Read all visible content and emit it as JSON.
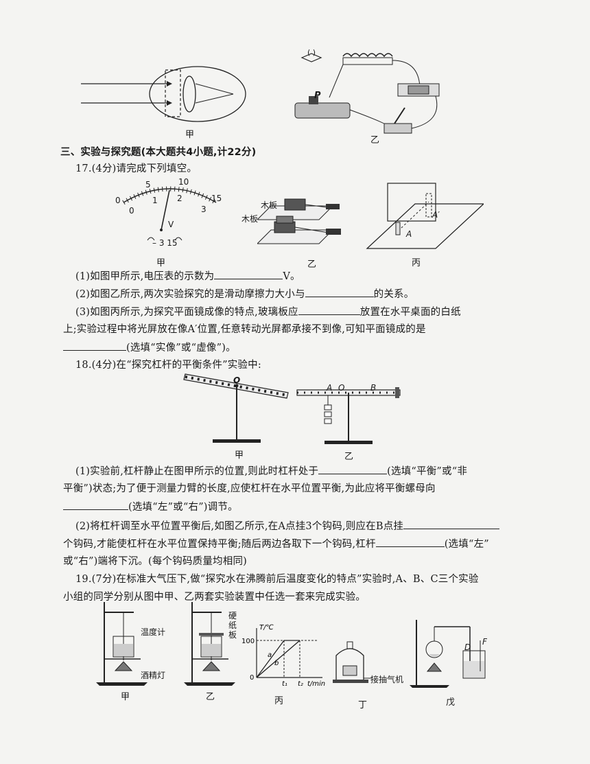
{
  "figures_top": {
    "cap_left": "甲",
    "cap_right": "乙",
    "bracket": "(   )",
    "p_label": "P"
  },
  "section3": {
    "title": "三、实验与探究题(本大题共4小题,计22分)"
  },
  "q17": {
    "stem": "17.(4分)请完成下列填空。",
    "fig_labels": {
      "jia": "甲",
      "yi": "乙",
      "bing": "丙",
      "board1": "木板",
      "board2": "木板",
      "a": "A",
      "a_prime": "A′"
    },
    "meter": {
      "scale_top": [
        "0",
        "5",
        "10",
        "15"
      ],
      "scale_bottom": [
        "0",
        "1",
        "2",
        "3"
      ],
      "unit": "V",
      "terminals": "–   3   15"
    },
    "p1_a": "(1)如图甲所示,电压表的示数为",
    "p1_b": "V。",
    "p2_a": "(2)如图乙所示,两次实验探究的是滑动摩擦力大小与",
    "p2_b": "的关系。",
    "p3_a": "(3)如图丙所示,为探究平面镜成像的特点,玻璃板应",
    "p3_b": "放置在水平桌面的白纸",
    "p3_c": "上;实验过程中将光屏放在像A′位置,任意转动光屏都承接不到像,可知平面镜成的是",
    "p3_d": "(选填“实像”或“虚像”)。"
  },
  "q18": {
    "stem": "18.(4分)在“探究杠杆的平衡条件”实验中:",
    "fig_labels": {
      "jia": "甲",
      "yi": "乙",
      "o1": "O",
      "o2": "O",
      "a": "A",
      "b": "B"
    },
    "p1_a": "(1)实验前,杠杆静止在图甲所示的位置,则此时杠杆处于",
    "p1_b": "(选填“平衡”或“非",
    "p1_c": "平衡”)状态;为了便于测量力臂的长度,应使杠杆在水平位置平衡,为此应将平衡螺母向",
    "p1_d": "(选填“左”或“右”)调节。",
    "p2_a": "(2)将杠杆调至水平位置平衡后,如图乙所示,在A点挂3个钩码,则应在B点挂",
    "p2_b": "个钩码,才能使杠杆在水平位置保持平衡;随后两边各取下一个钩码,杠杆",
    "p2_c": "(选填“左”",
    "p2_d": "或“右”)端将下沉。(每个钩码质量均相同)"
  },
  "q19": {
    "line1": "19.(7分)在标准大气压下,做“探究水在沸腾前后温度变化的特点”实验时,A、B、C三个实验",
    "line2": "小组的同学分别从图中甲、乙两套实验装置中任选一套来完成实验。",
    "fig_labels": {
      "thermo": "温度计",
      "lamp": "酒精灯",
      "card": "硬\n纸\n板",
      "jia": "甲",
      "yi": "乙",
      "bing": "丙",
      "ding": "丁",
      "wu": "戊",
      "pump": "接抽气机",
      "d": "D",
      "f": "F"
    },
    "chart_labels": {
      "yaxis": "T/℃",
      "y100": "100",
      "origin": "0",
      "t1": "t₁",
      "t2": "t₂",
      "xaxis": "t/min",
      "a": "a",
      "b": "b"
    }
  },
  "chart_data": {
    "type": "line",
    "xlabel": "t/min",
    "ylabel": "T/℃",
    "x_ticks": [
      "t₁",
      "t₂"
    ],
    "y_ticks": [
      "0",
      "100"
    ],
    "series": [
      {
        "name": "a",
        "points": [
          [
            "0",
            0
          ],
          [
            "t₁",
            100
          ],
          [
            "t₂",
            100
          ]
        ]
      },
      {
        "name": "b",
        "points": [
          [
            "0",
            0
          ],
          [
            "t₂",
            100
          ]
        ]
      }
    ]
  }
}
